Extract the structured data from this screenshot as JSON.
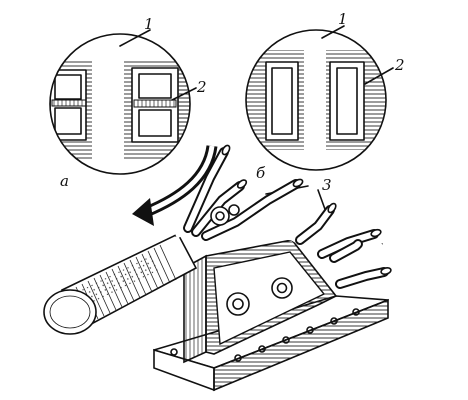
{
  "labels": {
    "detail_a": "а",
    "detail_b": "б",
    "callout_1_left": "1",
    "callout_2_left": "2",
    "callout_1_right": "1",
    "callout_2_right": "2",
    "callout_3": "3"
  }
}
